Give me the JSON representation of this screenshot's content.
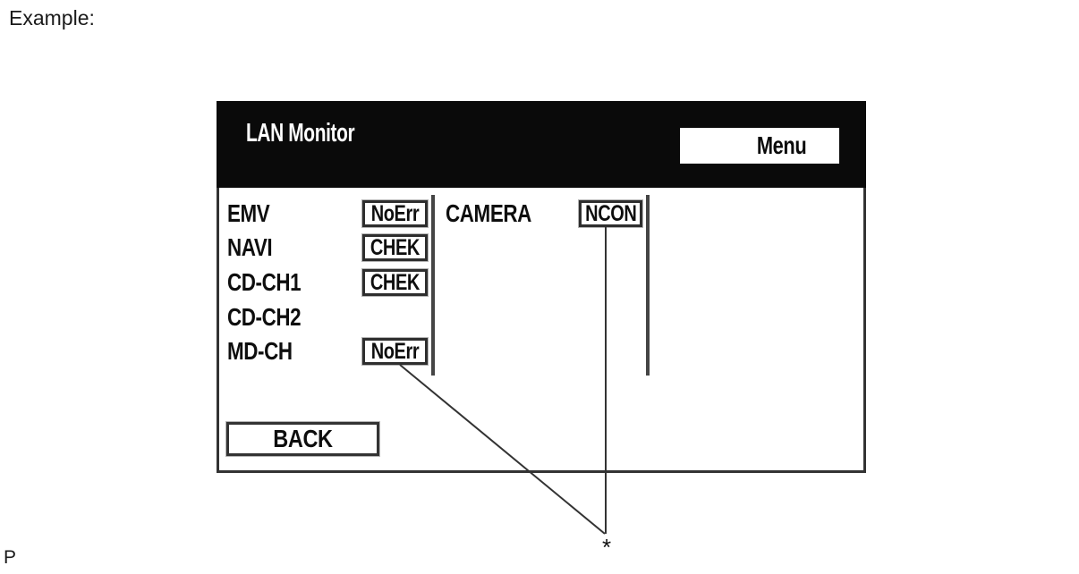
{
  "page": {
    "example_label": "Example:",
    "page_fragment": "P",
    "footnote_marker": "*"
  },
  "colors": {
    "header_bg": "#0a0a0a",
    "screen_border": "#333333",
    "divider": "#454545",
    "leader_line": "#333333",
    "text": "#0e0e0e"
  },
  "screen": {
    "title": "LAN Monitor",
    "menu_button_label": "Menu",
    "back_button_label": "BACK",
    "device_rows": [
      {
        "label": "EMV",
        "status": "NoErr"
      },
      {
        "label": "NAVI",
        "status": "CHEK"
      },
      {
        "label": "CD-CH1",
        "status": "CHEK"
      },
      {
        "label": "CD-CH2",
        "status": ""
      },
      {
        "label": "MD-CH",
        "status": "NoErr"
      }
    ],
    "camera_row": {
      "label": "CAMERA",
      "status": "NCON"
    }
  }
}
